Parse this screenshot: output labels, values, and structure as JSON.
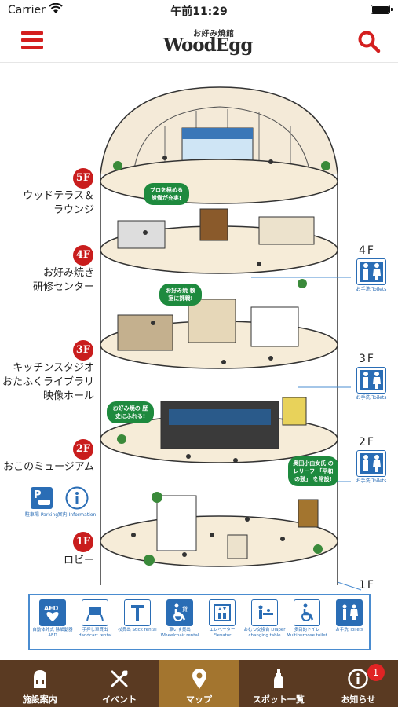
{
  "status_bar": {
    "carrier": "Carrier",
    "time": "午前11:29"
  },
  "header": {
    "logo_sub": "お好み焼館",
    "logo_sub_highlight": "好",
    "logo_main": "WoodEgg",
    "menu_icon": "hamburger-menu-icon",
    "search_icon": "search-icon",
    "accent_color": "#d41f1f"
  },
  "map": {
    "floors": [
      {
        "badge": "5F",
        "name_lines": [
          "ウッドテラス＆",
          "ラウンジ"
        ]
      },
      {
        "badge": "4F",
        "name_lines": [
          "お好み焼き",
          "研修センター"
        ]
      },
      {
        "badge": "3F",
        "name_lines": [
          "キッチンスタジオ",
          "おたふくライブラリ",
          "映像ホール"
        ]
      },
      {
        "badge": "2F",
        "name_lines": [
          "おこのミュージアム"
        ]
      },
      {
        "badge": "1F",
        "name_lines": [
          "ロビー"
        ]
      }
    ],
    "toilets": [
      {
        "floor": "4F",
        "caption": "お手洗 Toilets"
      },
      {
        "floor": "3F",
        "caption": "お手洗 Toilets"
      },
      {
        "floor": "2F",
        "caption": "お手洗 Toilets"
      }
    ],
    "ground_floor_num": "1F",
    "side_icons": [
      {
        "name": "parking",
        "caption": "駐車場 Parking"
      },
      {
        "name": "information",
        "caption": "案内 Information"
      }
    ],
    "speech_bubbles": [
      {
        "text": "プロを極める 設備が充実!"
      },
      {
        "text": "お好み焼 教室に挑戦!"
      },
      {
        "text": "お好み焼の 歴史にふれる!"
      },
      {
        "text": "奥田小由女氏 のレリーフ 「平和の鼓」 を常設!"
      }
    ]
  },
  "legend": {
    "items": [
      {
        "icon": "aed-icon",
        "caption": "自動体外式 除細動器 AED"
      },
      {
        "icon": "handcart-icon",
        "caption": "手押し車貸出 Handcart rental"
      },
      {
        "icon": "stick-icon",
        "caption": "杖貸出 Stick rental"
      },
      {
        "icon": "wheelchair-rental-icon",
        "caption": "車いす貸出 Wheelchair rental"
      },
      {
        "icon": "elevator-icon",
        "caption": "エレベーター Elevator"
      },
      {
        "icon": "diaper-table-icon",
        "caption": "おむつ交換台 Diaper changing table"
      },
      {
        "icon": "multipurpose-toilet-icon",
        "caption": "多目的トイレ Multipurpose toilet"
      },
      {
        "icon": "toilet-icon",
        "caption": "お手洗 Toilets"
      }
    ]
  },
  "tabs": [
    {
      "label": "施設案内",
      "icon": "building-icon",
      "active": false
    },
    {
      "label": "イベント",
      "icon": "utensils-icon",
      "active": false
    },
    {
      "label": "マップ",
      "icon": "map-pin-icon",
      "active": true
    },
    {
      "label": "スポット一覧",
      "icon": "bottle-icon",
      "active": false
    },
    {
      "label": "お知らせ",
      "icon": "info-icon",
      "active": false,
      "badge": "1"
    }
  ],
  "colors": {
    "tabbar": "#5a3a22",
    "tab_active": "#a3752f",
    "floor_badge": "#c91d1d",
    "legend_border": "#4a8cd0"
  }
}
